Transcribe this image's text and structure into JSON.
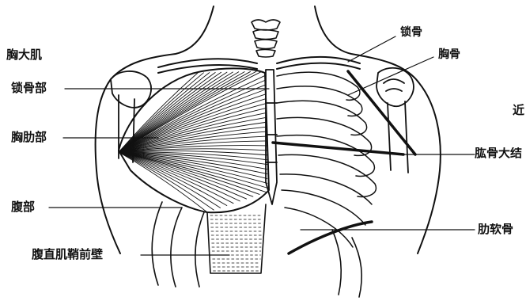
{
  "labels": {
    "title_left": "胸大肌",
    "clavicular_part": "锁骨部",
    "sternocostal_part": "胸肋部",
    "abdominal_part": "腹部",
    "rectus_sheath": "腹直肌鞘前壁",
    "clavicle": "锁骨",
    "sternum": "胸骨",
    "humerus_partial": "肱骨大结",
    "costal_cartilage": "肋软骨",
    "edge_char": "近"
  }
}
